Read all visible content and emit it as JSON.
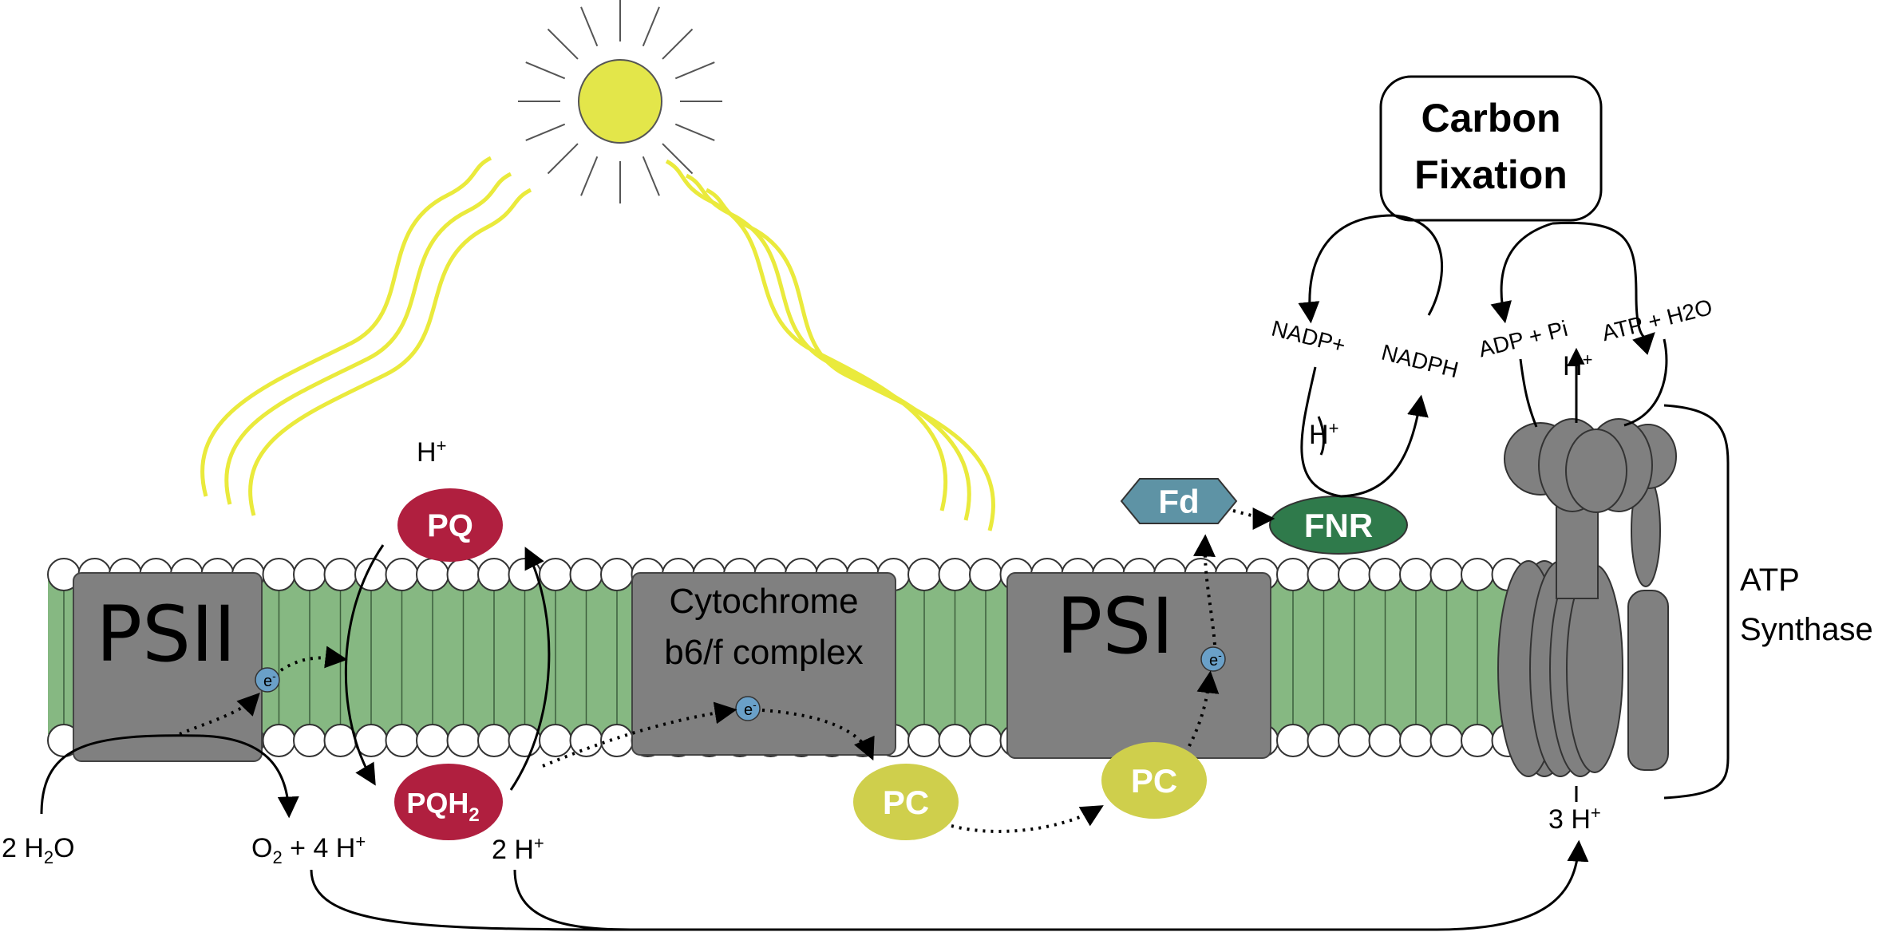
{
  "labels": {
    "psii": "PSII",
    "psi": "PSI",
    "cytochrome_line1": "Cytochrome",
    "cytochrome_line2": "b6/f complex",
    "pq": "PQ",
    "pqh2": "PQH",
    "pqh2_sub": "2",
    "pc_left": "PC",
    "pc_right": "PC",
    "fd": "Fd",
    "fnr": "FNR",
    "carbon_line1": "Carbon",
    "carbon_line2": "Fixation",
    "nadp_plus": "NADP+",
    "nadph": "NADPH",
    "adp_pi": "ADP + Pi",
    "atp_h2o": "ATP + H2O",
    "atp_synthase_line1": "ATP",
    "atp_synthase_line2": "Synthase",
    "electron": "e",
    "electron_sup": "-",
    "h_plus": "H",
    "plus_sup": "+",
    "water_coef": "2 H",
    "water_sub": "2",
    "water_o": "O",
    "oxygen_o": "O",
    "oxygen_sub": "2",
    "oxygen_rest": " + 4 H",
    "two_h": "2 H",
    "three_h": "3 H"
  },
  "colors": {
    "membrane_green": "#86b882",
    "complex_gray": "#808080",
    "pq_red": "#b01f3f",
    "pc_yellow": "#cfcf4c",
    "sun_yellow": "#e3e64a",
    "light_wave_yellow": "#eaea3c",
    "fd_blue": "#5e93a5",
    "fnr_green": "#2f7a4b",
    "electron_blue": "#6aa0c8"
  },
  "icons": {
    "sun": "sun-icon",
    "atp_synthase": "atp-synthase-icon"
  }
}
